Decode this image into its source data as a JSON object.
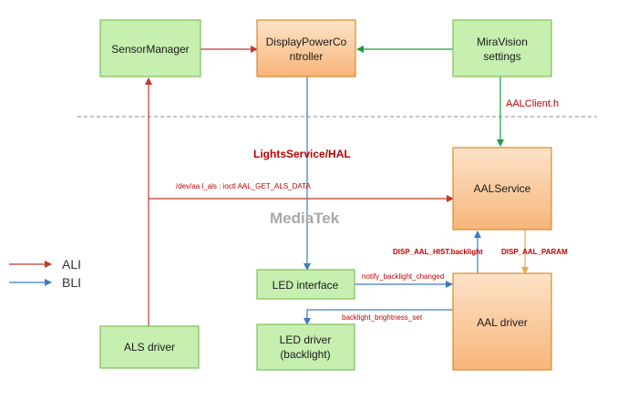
{
  "colors": {
    "red": "#c0392b",
    "blue": "#3a7cc2",
    "green": "#1e9a3c",
    "orange": "#e8a54a",
    "green_fill": "#c6efb0",
    "green_stroke": "#7fbf5a",
    "orange_fill": "#fbc99b",
    "orange_stroke": "#d98a2b"
  },
  "nodes": {
    "sensor_manager": {
      "label": "SensorManager"
    },
    "display_power_controller": {
      "label_line1": "DisplayPowerCo",
      "label_line2": "ntroller"
    },
    "miravision_settings": {
      "label_line1": "MiraVision",
      "label_line2": "settings"
    },
    "aal_service": {
      "label": "AALService"
    },
    "led_interface": {
      "label": "LED interface"
    },
    "aal_driver": {
      "label": "AAL driver"
    },
    "als_driver": {
      "label": "ALS driver"
    },
    "led_driver": {
      "label_line1": "LED driver",
      "label_line2": "(backlight)"
    }
  },
  "labels": {
    "aal_client": "AALClient.h",
    "lights_service": "LightsService/HAL",
    "ioctl": "/dev/aa l_als : ioctl AAL_GET_ALS_DATA",
    "watermark": "MediaTek",
    "disp_hist": "DISP_AAL_HIST.backlight",
    "disp_param": "DISP_AAL_PARAM",
    "notify": "notify_backlight_changed",
    "brightness_set": "backlight_brightness_set"
  },
  "legend": {
    "ali": "ALI",
    "bli": "BLI"
  }
}
